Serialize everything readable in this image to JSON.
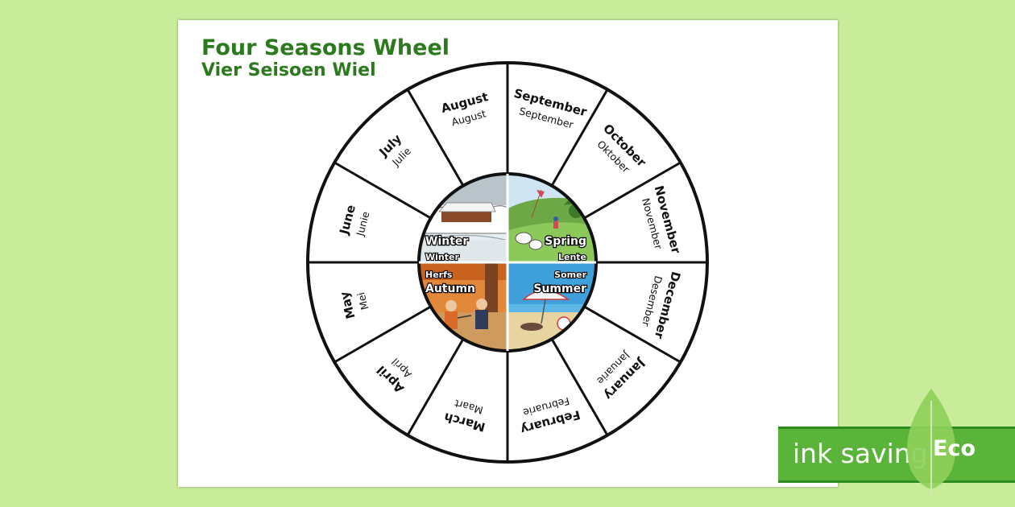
{
  "title": {
    "english": "Four Seasons Wheel",
    "afrikaans": "Vier Seisoen Wiel"
  },
  "months": [
    {
      "en": "September",
      "af": "September"
    },
    {
      "en": "October",
      "af": "Oktober"
    },
    {
      "en": "November",
      "af": "November"
    },
    {
      "en": "December",
      "af": "Desember"
    },
    {
      "en": "January",
      "af": "Januarie"
    },
    {
      "en": "February",
      "af": "Februarie"
    },
    {
      "en": "March",
      "af": "Maart"
    },
    {
      "en": "April",
      "af": "April"
    },
    {
      "en": "May",
      "af": "Mei"
    },
    {
      "en": "June",
      "af": "Junie"
    },
    {
      "en": "July",
      "af": "Julie"
    },
    {
      "en": "August",
      "af": "August"
    }
  ],
  "seasons": {
    "winter": {
      "en": "Winter",
      "af": "Winter"
    },
    "spring": {
      "en": "Spring",
      "af": "Lente"
    },
    "autumn": {
      "en": "Autumn",
      "af": "Herfs"
    },
    "summer": {
      "en": "Summer",
      "af": "Somer"
    }
  },
  "eco": {
    "text": "ink saving",
    "label": "Eco"
  },
  "colors": {
    "background": "#c8ec9a",
    "title": "#2c7a1e",
    "eco_green": "#5bb43a"
  }
}
